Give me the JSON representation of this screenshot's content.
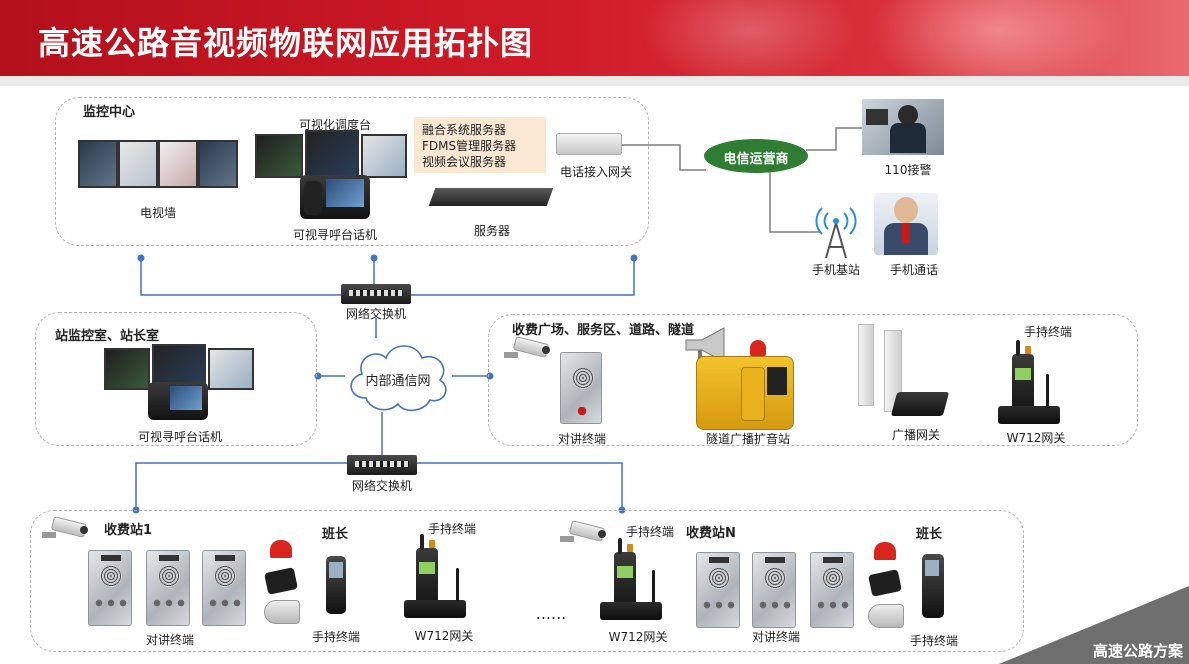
{
  "header": {
    "title": "高速公路音视频物联网应用拓扑图",
    "brand_color": "#c8161f"
  },
  "footer": {
    "label": "高速公路方案"
  },
  "zones": {
    "monitor_center": {
      "title": "监控中心",
      "video_wall": "电视墙",
      "dispatch_console": "可视化调度台",
      "video_phone": "可视寻呼台话机",
      "servers_list": [
        "融合系统服务器",
        "FDMS管理服务器",
        "视频会议服务器"
      ],
      "server": "服务器",
      "phone_gateway": "电话接入网关"
    },
    "external": {
      "telecom": "电信运营商",
      "police": "110接警",
      "base_station": "手机基站",
      "mobile_call": "手机通话"
    },
    "network": {
      "switch_top": "网络交换机",
      "internal_net": "内部通信网",
      "switch_bottom": "网络交换机"
    },
    "station_room": {
      "title": "站监控室、站长室",
      "video_phone": "可视寻呼台话机"
    },
    "plaza": {
      "title": "收费广场、服务区、道路、隧道",
      "intercom": "对讲终端",
      "tunnel_station": "隧道广播扩音站",
      "broadcast_gateway": "广播网关",
      "handheld": "手持终端",
      "w712": "W712网关"
    },
    "toll_station_1": {
      "title": "收费站1",
      "monitor": "班长",
      "intercom": "对讲终端",
      "handheld_phone": "手持终端",
      "handheld_radio": "手持终端",
      "w712": "W712网关"
    },
    "toll_station_n": {
      "title": "收费站N",
      "monitor": "班长",
      "handheld_radio": "手持终端",
      "w712": "W712网关",
      "intercom": "对讲终端",
      "handheld_phone": "手持终端"
    },
    "ellipsis": "......"
  },
  "colors": {
    "telecom_ellipse": "#2e7d32",
    "link_line": "#4472c4",
    "gray_line": "#7f7f7f",
    "zone_border": "#b5b5b5",
    "server_note_bg": "#fbe8d3"
  },
  "icons": [
    "camera-icon",
    "switch-icon",
    "cloud-icon",
    "radio-icon",
    "gateway-icon",
    "intercom-panel-icon",
    "alarm-light-icon",
    "mobile-phone-icon",
    "speaker-column-icon",
    "antenna-tower-icon"
  ]
}
